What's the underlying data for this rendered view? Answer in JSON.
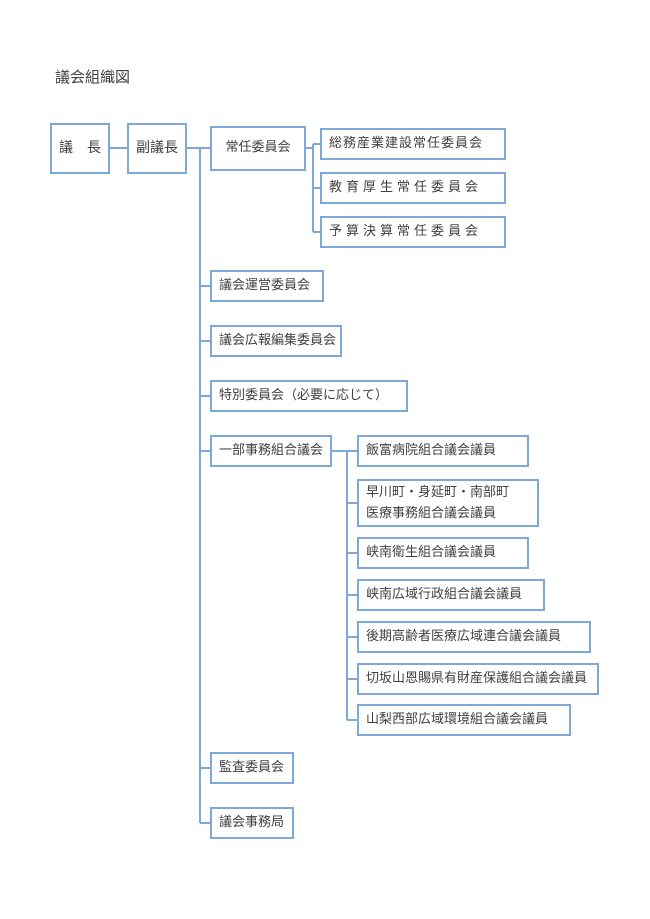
{
  "title": "議会組織図",
  "colors": {
    "box_border": "#7da9da",
    "connector_line": "#7da9da",
    "text": "#404040",
    "background": "#ffffff"
  },
  "nodes": {
    "chairman": "議　長",
    "vice_chairman": "副議長",
    "standing_committee": "常任委員会",
    "standing_general_industry_construction": "総務産業建設常任委員会",
    "standing_education_welfare": "教育厚生常任委員会",
    "standing_budget_settlement": "予算決算常任委員会",
    "council_steering_committee": "議会運営委員会",
    "council_pr_editing_committee": "議会広報編集委員会",
    "special_committee": "特別委員会（必要に応じて）",
    "partial_union_council": "一部事務組合議会",
    "iitomi_hospital_union": "飯富病院組合議会議員",
    "medical_affairs_union": "早川町・身延町・南部町\n医療事務組合議会議員",
    "kyonan_sanitation_union": "峡南衛生組合議会議員",
    "kyonan_regional_admin_union": "峡南広域行政組合議会議員",
    "latter_stage_elderly_medical_union": "後期高齢者医療広域連合議会議員",
    "onshi_property_protection_union": "切坂山恩賜県有財産保護組合議会議員",
    "yamanashi_west_environment_union": "山梨西部広域環境組合議会議員",
    "audit_committee": "監査委員会",
    "council_secretariat": "議会事務局"
  }
}
